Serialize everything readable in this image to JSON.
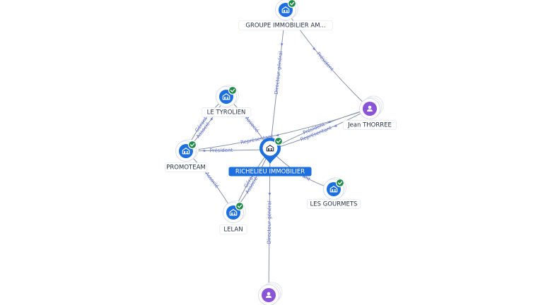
{
  "nodes": [
    {
      "id": "groupe",
      "label": "GROUPE IMMOBILIER AM...",
      "kind": "company",
      "verified": true
    },
    {
      "id": "tyrolien",
      "label": "LE TYROLIEN",
      "kind": "company",
      "verified": true
    },
    {
      "id": "promoteam",
      "label": "PROMOTEAM",
      "kind": "company",
      "verified": true
    },
    {
      "id": "richelieu",
      "label": "RICHELIEU IMMOBILIER",
      "kind": "company",
      "verified": true,
      "focus": true
    },
    {
      "id": "jean",
      "label": "Jean THORREE",
      "kind": "person",
      "verified": false
    },
    {
      "id": "gourmets",
      "label": "LES GOURMETS",
      "kind": "company",
      "verified": true
    },
    {
      "id": "lelan",
      "label": "LELAN",
      "kind": "company",
      "verified": true
    },
    {
      "id": "bottom",
      "label": "",
      "kind": "person",
      "verified": false
    }
  ],
  "edges": [
    {
      "from": "groupe",
      "to": "richelieu",
      "label": "Directeur général"
    },
    {
      "from": "groupe",
      "to": "jean",
      "label": "Président"
    },
    {
      "from": "jean",
      "to": "richelieu",
      "label": "Président"
    },
    {
      "from": "jean",
      "to": "richelieu",
      "label": "Représentant"
    },
    {
      "from": "jean",
      "to": "promoteam",
      "label": "Représentant"
    },
    {
      "from": "tyrolien",
      "to": "promoteam",
      "label": "Gérant"
    },
    {
      "from": "tyrolien",
      "to": "promoteam",
      "label": "Associé"
    },
    {
      "from": "tyrolien",
      "to": "richelieu",
      "label": "Associé"
    },
    {
      "from": "promoteam",
      "to": "richelieu",
      "label": "Président"
    },
    {
      "from": "promoteam",
      "to": "lelan",
      "label": "Associé"
    },
    {
      "from": "richelieu",
      "to": "lelan",
      "label": "Gérant"
    },
    {
      "from": "richelieu",
      "to": "lelan",
      "label": "Associé"
    },
    {
      "from": "richelieu",
      "to": "gourmets",
      "label": "Gérant"
    },
    {
      "from": "richelieu",
      "to": "bottom",
      "label": "Directeur général"
    }
  ],
  "colors": {
    "company": "#1d6fe0",
    "person": "#8a54d6",
    "verified": "#1f8b48",
    "edge": "#8793a8",
    "edge_label": "#5f6fd1"
  },
  "icons": {
    "company": "building-icon",
    "person": "person-icon",
    "verified": "check-badge-icon"
  }
}
